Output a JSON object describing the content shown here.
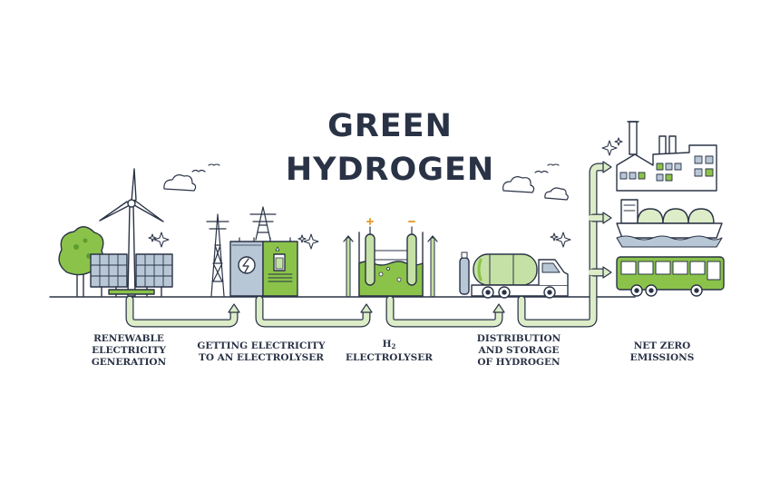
{
  "title": {
    "line1": "GREEN",
    "line2": "HYDROGEN"
  },
  "steps": [
    {
      "lines": [
        "RENEWABLE",
        "ELECTRICITY",
        "GENERATION"
      ]
    },
    {
      "lines": [
        "GETTING ELECTRICITY",
        "TO AN ELECTROLYSER"
      ]
    },
    {
      "h2_base": "H",
      "h2_sub": "2",
      "lines": [
        "ELECTROLYSER"
      ]
    },
    {
      "lines": [
        "DISTRIBUTION",
        "AND STORAGE",
        "OF HYDROGEN"
      ]
    },
    {
      "lines": [
        "NET ZERO",
        "EMISSIONS"
      ]
    }
  ],
  "colors": {
    "outline": "#2a3346",
    "green": "#8bc34a",
    "green_light": "#c5e1a5",
    "green_dark": "#5d9c2e",
    "steel": "#b8c7d6",
    "arrow_fill": "#dcedc8",
    "ground": "#2a3346"
  },
  "icons": [
    "wind-turbine-icon",
    "solar-panel-icon",
    "tree-icon",
    "pylon-icon",
    "transformer-icon",
    "electrolyser-icon",
    "tanker-truck-icon",
    "factory-icon",
    "ship-icon",
    "bus-icon",
    "cloud-icon",
    "bird-icon",
    "sparkle-icon"
  ]
}
